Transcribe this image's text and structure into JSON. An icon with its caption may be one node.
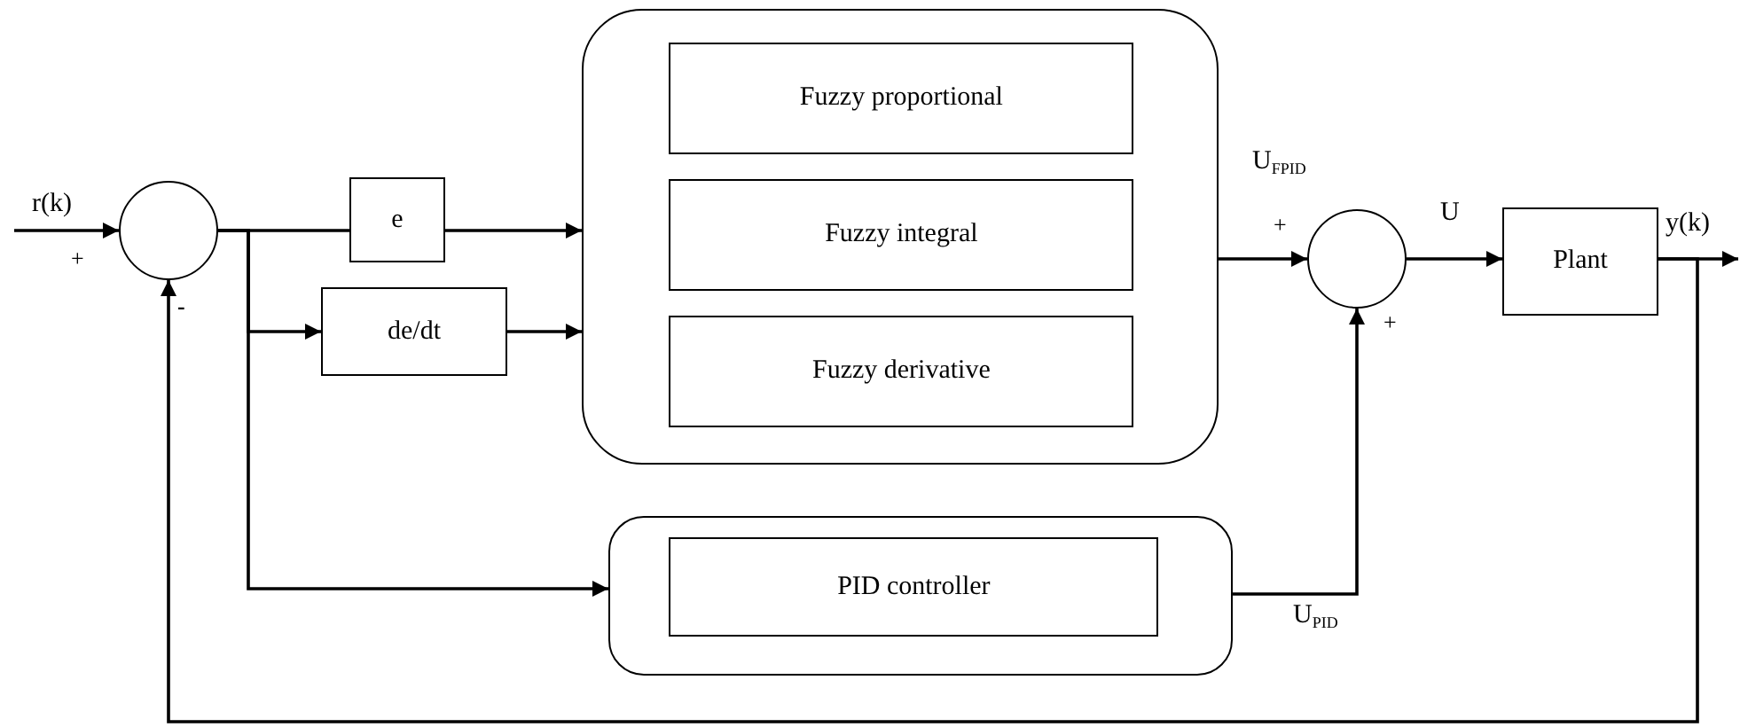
{
  "diagram": {
    "nodes": [
      {
        "text": [],
        "shape": "circle"
      },
      {
        "text": [
          "e"
        ]
      },
      {
        "text": [
          "de/dt"
        ]
      },
      {
        "text": [],
        "shape": "box"
      },
      {
        "text": [
          "Fuzzy proportional"
        ],
        "in": 3
      },
      {
        "text": [
          "Fuzzy integral"
        ],
        "in": 3
      },
      {
        "text": [
          "Fuzzy derivative"
        ],
        "in": 3
      },
      {
        "text": [],
        "shape": "box"
      },
      {
        "text": [
          "PID controller"
        ],
        "in": 7
      },
      {
        "text": [],
        "shape": "circle"
      },
      {
        "text": [
          "Plant"
        ]
      }
    ],
    "edges": [
      {
        "from": null,
        "to": 0,
        "arrow": "to",
        "label": "r(k)"
      },
      {
        "from": 0,
        "to": 1,
        "arrow": "none"
      },
      {
        "from": 1,
        "to": 3,
        "arrow": "to"
      },
      {
        "from": 0,
        "to": 2,
        "arrow": "to"
      },
      {
        "from": 2,
        "to": 3,
        "arrow": "to"
      },
      {
        "from": 0,
        "to": 7,
        "arrow": "to"
      },
      {
        "from": 3,
        "to": 9,
        "arrow": "to",
        "label": "U$_{FPID}$"
      },
      {
        "from": 7,
        "to": 9,
        "arrow": "to",
        "label": "U$_{PID}$"
      },
      {
        "from": 9,
        "to": 10,
        "arrow": "to",
        "label": "U"
      },
      {
        "from": 10,
        "to": null,
        "arrow": "to",
        "label": "y(k)"
      },
      {
        "from": 10,
        "to": 0,
        "arrow": "to"
      }
    ],
    "labels": [
      "+",
      "-",
      "+",
      "+"
    ]
  }
}
